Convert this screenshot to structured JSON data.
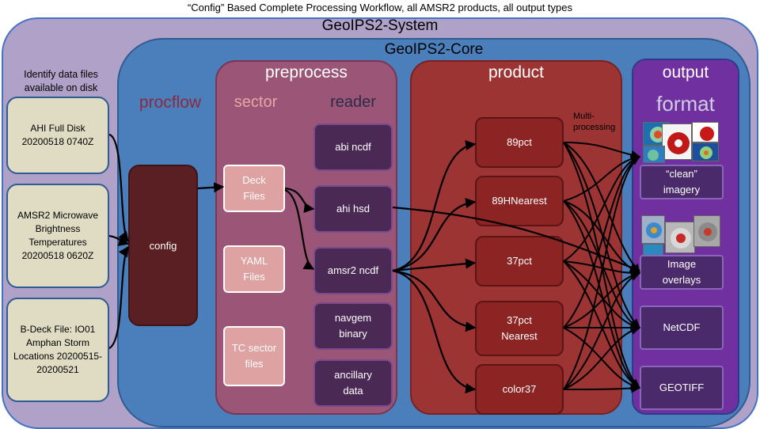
{
  "caption": "“Config” Based Complete Processing Workflow, all AMSR2 products, all output types",
  "system_title": "GeoIPS2-System",
  "core_title": "GeoIPS2-Core",
  "inputs": {
    "note": "Identify data files available on disk",
    "ahi": "AHI Full Disk 20200518 0740Z",
    "amsr2": "AMSR2 Microwave Brightness Temperatures 20200518 0620Z",
    "bdeck": "B-Deck File: IO01 Amphan Storm Locations 20200515-20200521"
  },
  "procflow": {
    "title": "procflow",
    "config": "config"
  },
  "preprocess": {
    "title": "preprocess",
    "sector_title": "sector",
    "reader_title": "reader",
    "sectors": {
      "deck": "Deck Files",
      "yaml": "YAML Files",
      "tc": "TC sector files"
    },
    "readers": {
      "abi": "abi ncdf",
      "ahi": "ahi hsd",
      "amsr2": "amsr2 ncdf",
      "navgem": "navgem binary",
      "ancillary": "ancillary data"
    }
  },
  "product": {
    "title": "product",
    "multi_note": "Multi-processing",
    "items": {
      "p89pct": "89pct",
      "p89h": "89HNearest",
      "p37pct": "37pct",
      "p37n": "37pct Nearest",
      "color37": "color37"
    }
  },
  "output": {
    "title": "output",
    "format_title": "format",
    "clean": "“clean” imagery",
    "overlays": "Image overlays",
    "netcdf": "NetCDF",
    "geotiff": "GEOTIFF"
  },
  "colors": {
    "system_bg": "#b0a1c8",
    "core_bg": "#4a7fbc",
    "preprocess_bg": "#9b5577",
    "product_bg": "#9c3433",
    "output_bg": "#7030a0",
    "config_bg": "#5a1f22"
  }
}
